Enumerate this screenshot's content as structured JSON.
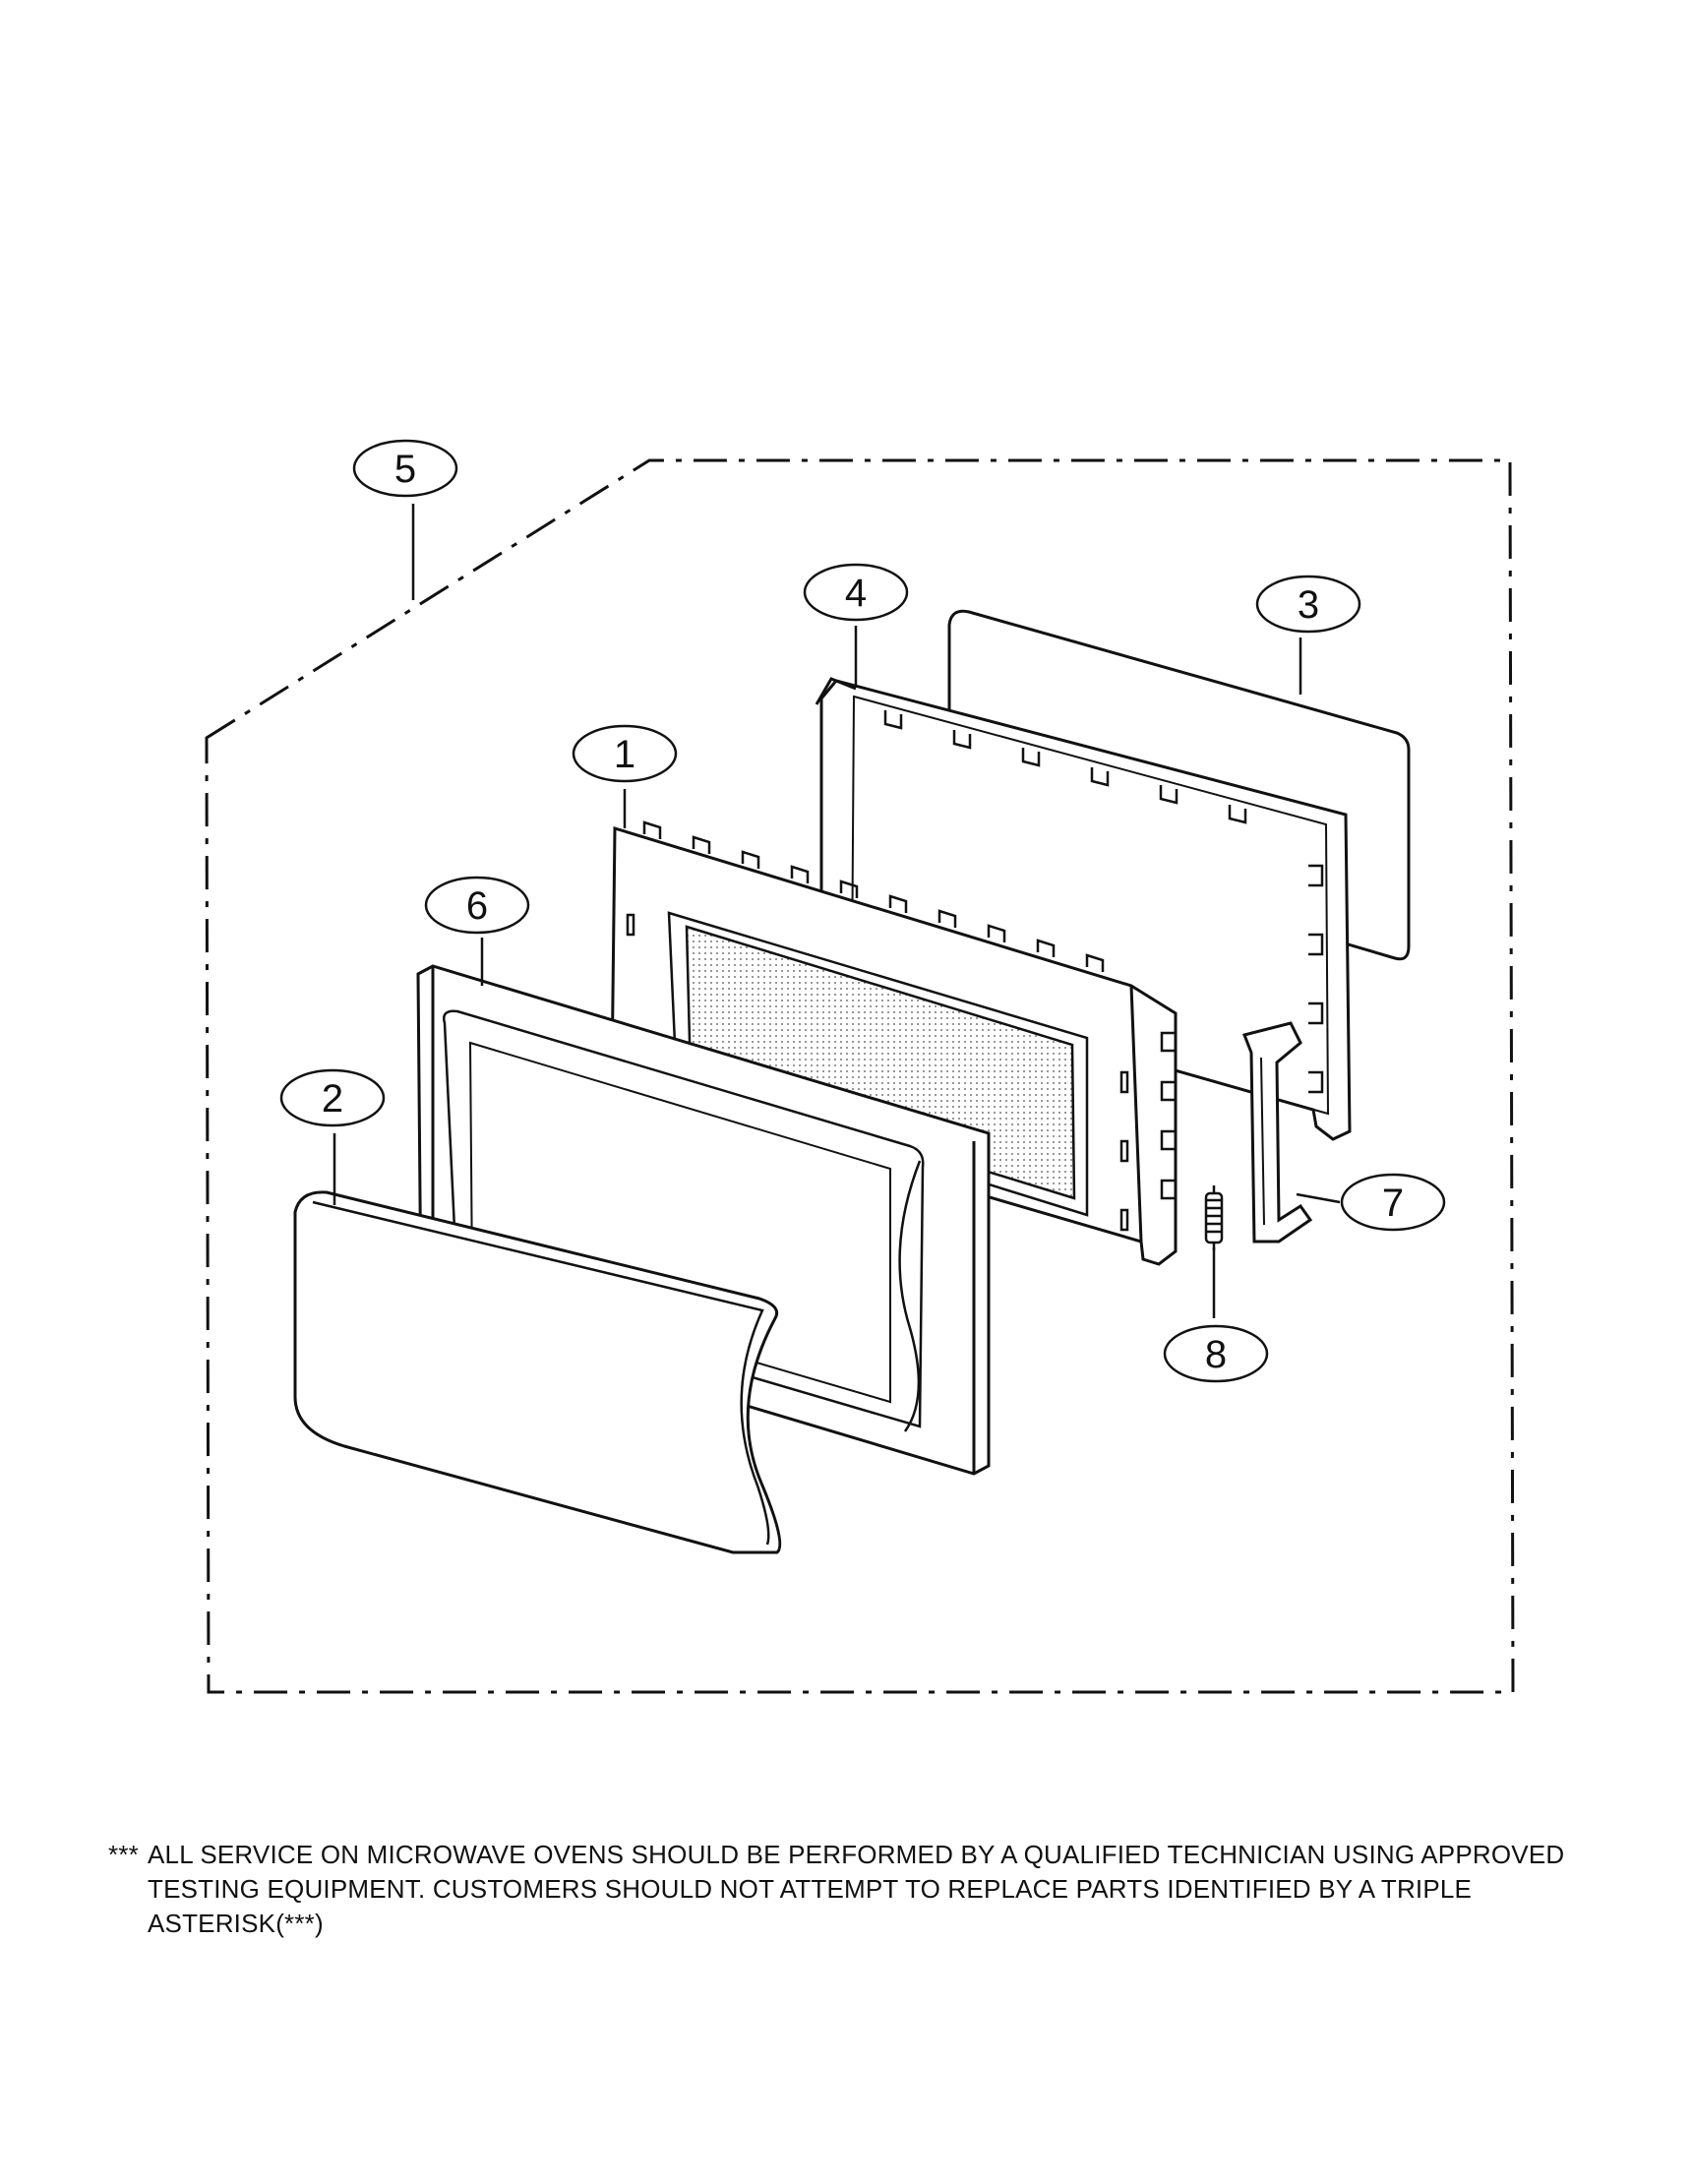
{
  "callouts": [
    {
      "id": "1",
      "label": "1"
    },
    {
      "id": "2",
      "label": "2"
    },
    {
      "id": "3",
      "label": "3"
    },
    {
      "id": "4",
      "label": "4"
    },
    {
      "id": "5",
      "label": "5"
    },
    {
      "id": "6",
      "label": "6"
    },
    {
      "id": "7",
      "label": "7"
    },
    {
      "id": "8",
      "label": "8"
    }
  ],
  "note": {
    "mark": "***",
    "text": "ALL SERVICE ON MICROWAVE OVENS SHOULD BE PERFORMED BY A QUALIFIED TECHNICIAN USING APPROVED TESTING EQUIPMENT. CUSTOMERS SHOULD NOT ATTEMPT TO REPLACE PARTS IDENTIFIED BY A TRIPLE ASTERISK(***)"
  }
}
